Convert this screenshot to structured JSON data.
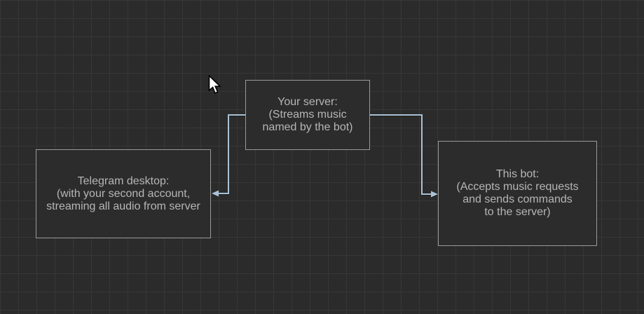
{
  "canvas_colors": {
    "background": "#2b2b2b",
    "grid_line": "#373737",
    "node_fill": "#2c2c2c",
    "node_border": "#9a9a9a",
    "node_text": "#b6b6b6",
    "connector": "#a9c2d7",
    "cursor_fill": "#ffffff",
    "cursor_outline": "#000000"
  },
  "nodes": [
    {
      "id": "your-server",
      "lines": [
        "Your server:",
        "(Streams music",
        "named by the bot)"
      ]
    },
    {
      "id": "telegram-desktop",
      "lines": [
        "Telegram desktop:",
        "(with your second account,",
        "streaming all audio from server"
      ]
    },
    {
      "id": "this-bot",
      "lines": [
        "This bot:",
        "(Accepts music requests",
        "and sends commands",
        "to the server)"
      ]
    }
  ],
  "connectors": [
    {
      "id": "server-to-telegram",
      "from": "your-server",
      "to": "telegram-desktop"
    },
    {
      "id": "server-to-bot",
      "from": "your-server",
      "to": "this-bot"
    }
  ]
}
